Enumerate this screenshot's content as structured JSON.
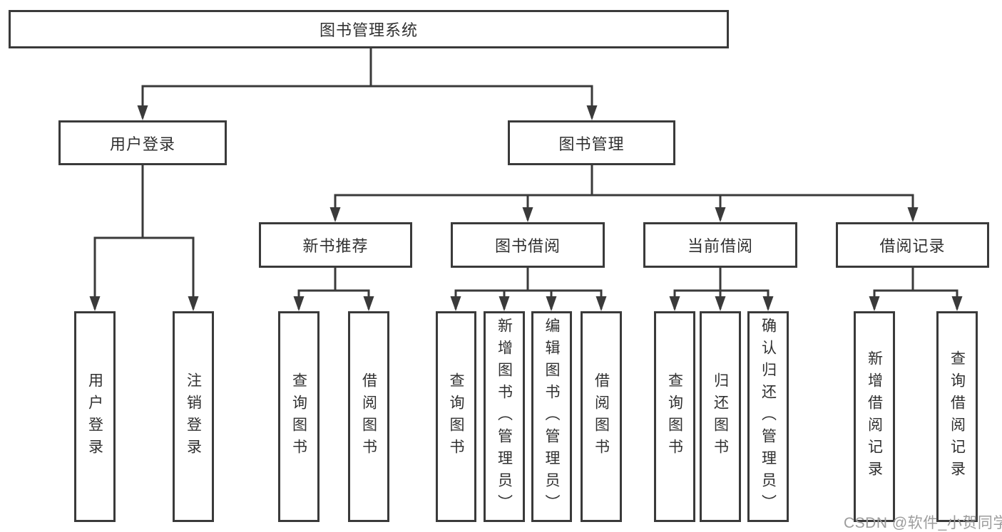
{
  "colors": {
    "line": "#3a3a3a",
    "box_border": "#3a3a3a",
    "text": "#303030",
    "watermark": "#9c9c9c",
    "background": "#ffffff"
  },
  "diagram": {
    "type": "hierarchy-tree",
    "root": "图书管理系统",
    "level2": {
      "user_login": "用户登录",
      "book_mgmt": "图书管理"
    },
    "level3": {
      "new_book": "新书推荐",
      "borrow": "图书借阅",
      "current": "当前借阅",
      "records": "借阅记录"
    },
    "leaves": {
      "user_login": [
        "用户登录",
        "注销登录"
      ],
      "new_book": [
        "查询图书",
        "借阅图书"
      ],
      "borrow": [
        "查询图书",
        "新增图书（管理员）",
        "编辑图书（管理员）",
        "借阅图书"
      ],
      "current": [
        "查询图书",
        "归还图书",
        "确认归还（管理员）"
      ],
      "records": [
        "新增借阅记录",
        "查询借阅记录"
      ]
    }
  },
  "watermark": "CSDN @软件_小贺同学"
}
